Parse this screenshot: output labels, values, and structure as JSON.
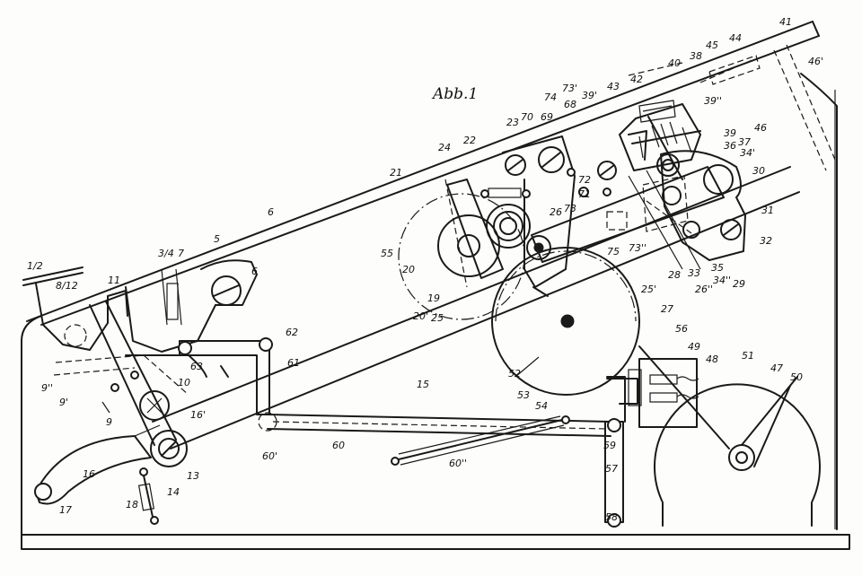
{
  "figure": {
    "title": "Abb.1",
    "labels": [
      "1/2",
      "8/12",
      "11",
      "3/4",
      "7",
      "5",
      "6",
      "6",
      "9''",
      "9'",
      "9",
      "10",
      "16'",
      "13",
      "14",
      "16",
      "17",
      "18",
      "63",
      "62",
      "61",
      "15",
      "60'",
      "60",
      "60''",
      "55",
      "21",
      "22",
      "24",
      "23",
      "70",
      "69",
      "74",
      "68",
      "73'",
      "39'",
      "42",
      "43",
      "40",
      "38",
      "45",
      "44",
      "41",
      "46'",
      "39''",
      "46",
      "39",
      "37",
      "36",
      "34'",
      "30",
      "31",
      "32",
      "35",
      "29",
      "34''",
      "26''",
      "33",
      "25'",
      "28",
      "27",
      "73''",
      "75",
      "73",
      "72",
      "71",
      "26",
      "20",
      "19",
      "20'",
      "25",
      "56",
      "49",
      "48",
      "51",
      "47",
      "50",
      "52",
      "53",
      "54",
      "59",
      "57",
      "58"
    ]
  }
}
